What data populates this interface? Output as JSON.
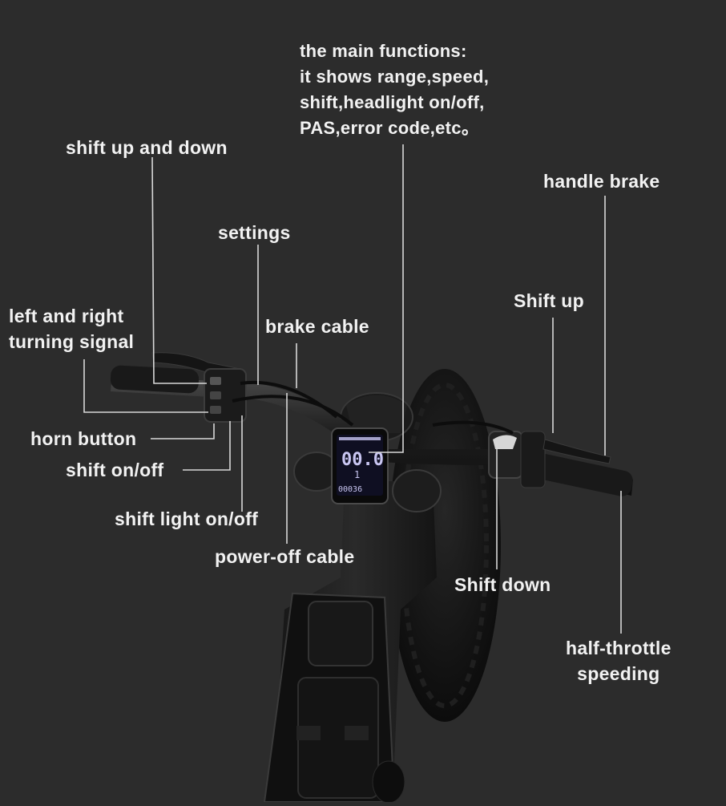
{
  "labels": {
    "main_functions": "the main functions:\nit shows range,speed,\nshift,headlight on/off,\nPAS,error code,etc。",
    "shift_up_down": "shift up and down",
    "handle_brake": "handle brake",
    "settings": "settings",
    "shift_up": "Shift up",
    "turning_signal": "left and right\nturning signal",
    "brake_cable": "brake cable",
    "horn_button": "horn button",
    "shift_on_off": "shift on/off",
    "shift_light": "shift light on/off",
    "power_off_cable": "power-off cable",
    "shift_down": "Shift down",
    "half_throttle": "half-throttle\nspeeding"
  },
  "display": {
    "speed": "00.0",
    "pas": "1",
    "odo": "00036"
  },
  "colors": {
    "background": "#2c2c2c",
    "text": "#f2f2f2",
    "leader_line": "#d8d8d8",
    "lcd": "#c9c6f2"
  }
}
